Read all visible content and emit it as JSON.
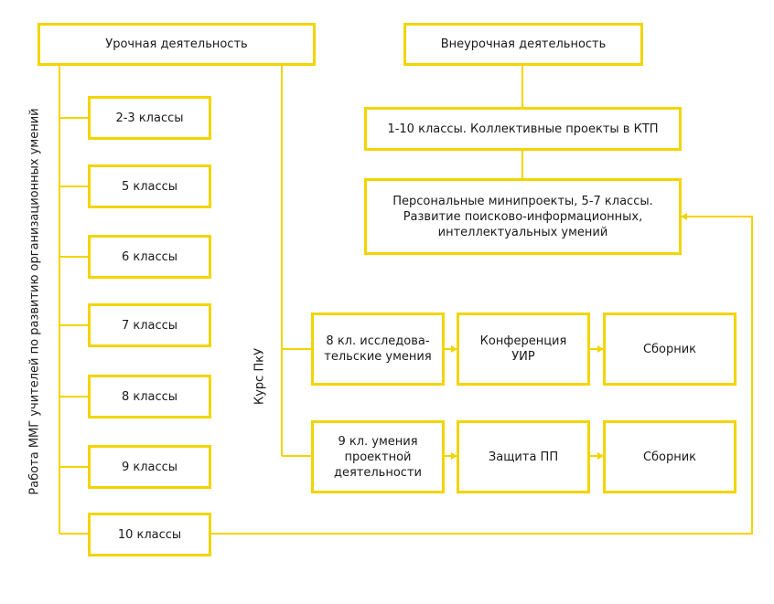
{
  "colors": {
    "line": "#f3d400",
    "text": "#1a1a1a"
  },
  "boxes": {
    "classroom": "Урочная деятельность",
    "extracurricular": "Внеурочная деятельность",
    "grades": [
      "2-3 классы",
      "5 классы",
      "6 классы",
      "7 классы",
      "8 классы",
      "9 классы",
      "10 классы"
    ],
    "projects_ktp": "1-10 классы. Коллективные проекты в КТП",
    "personal_miniprojects": "Персональные минипроекты, 5-7 классы.\nРазвитие поисково-информационных,\nинтеллектуальных умений",
    "grade8_research": "8 кл. исследова-\nтельские умения",
    "conference_uir": "Конференция\nУИР",
    "collection_1": "Сборник",
    "grade9_project": "9 кл. умения\nпроектной\nдеятельности",
    "defense_pp": "Защита ПП",
    "collection_2": "Сборник"
  },
  "labels": {
    "mmg_work": "Работа ММГ учителей по развитию организационных умений",
    "pku_course": "Курс ПкУ"
  }
}
